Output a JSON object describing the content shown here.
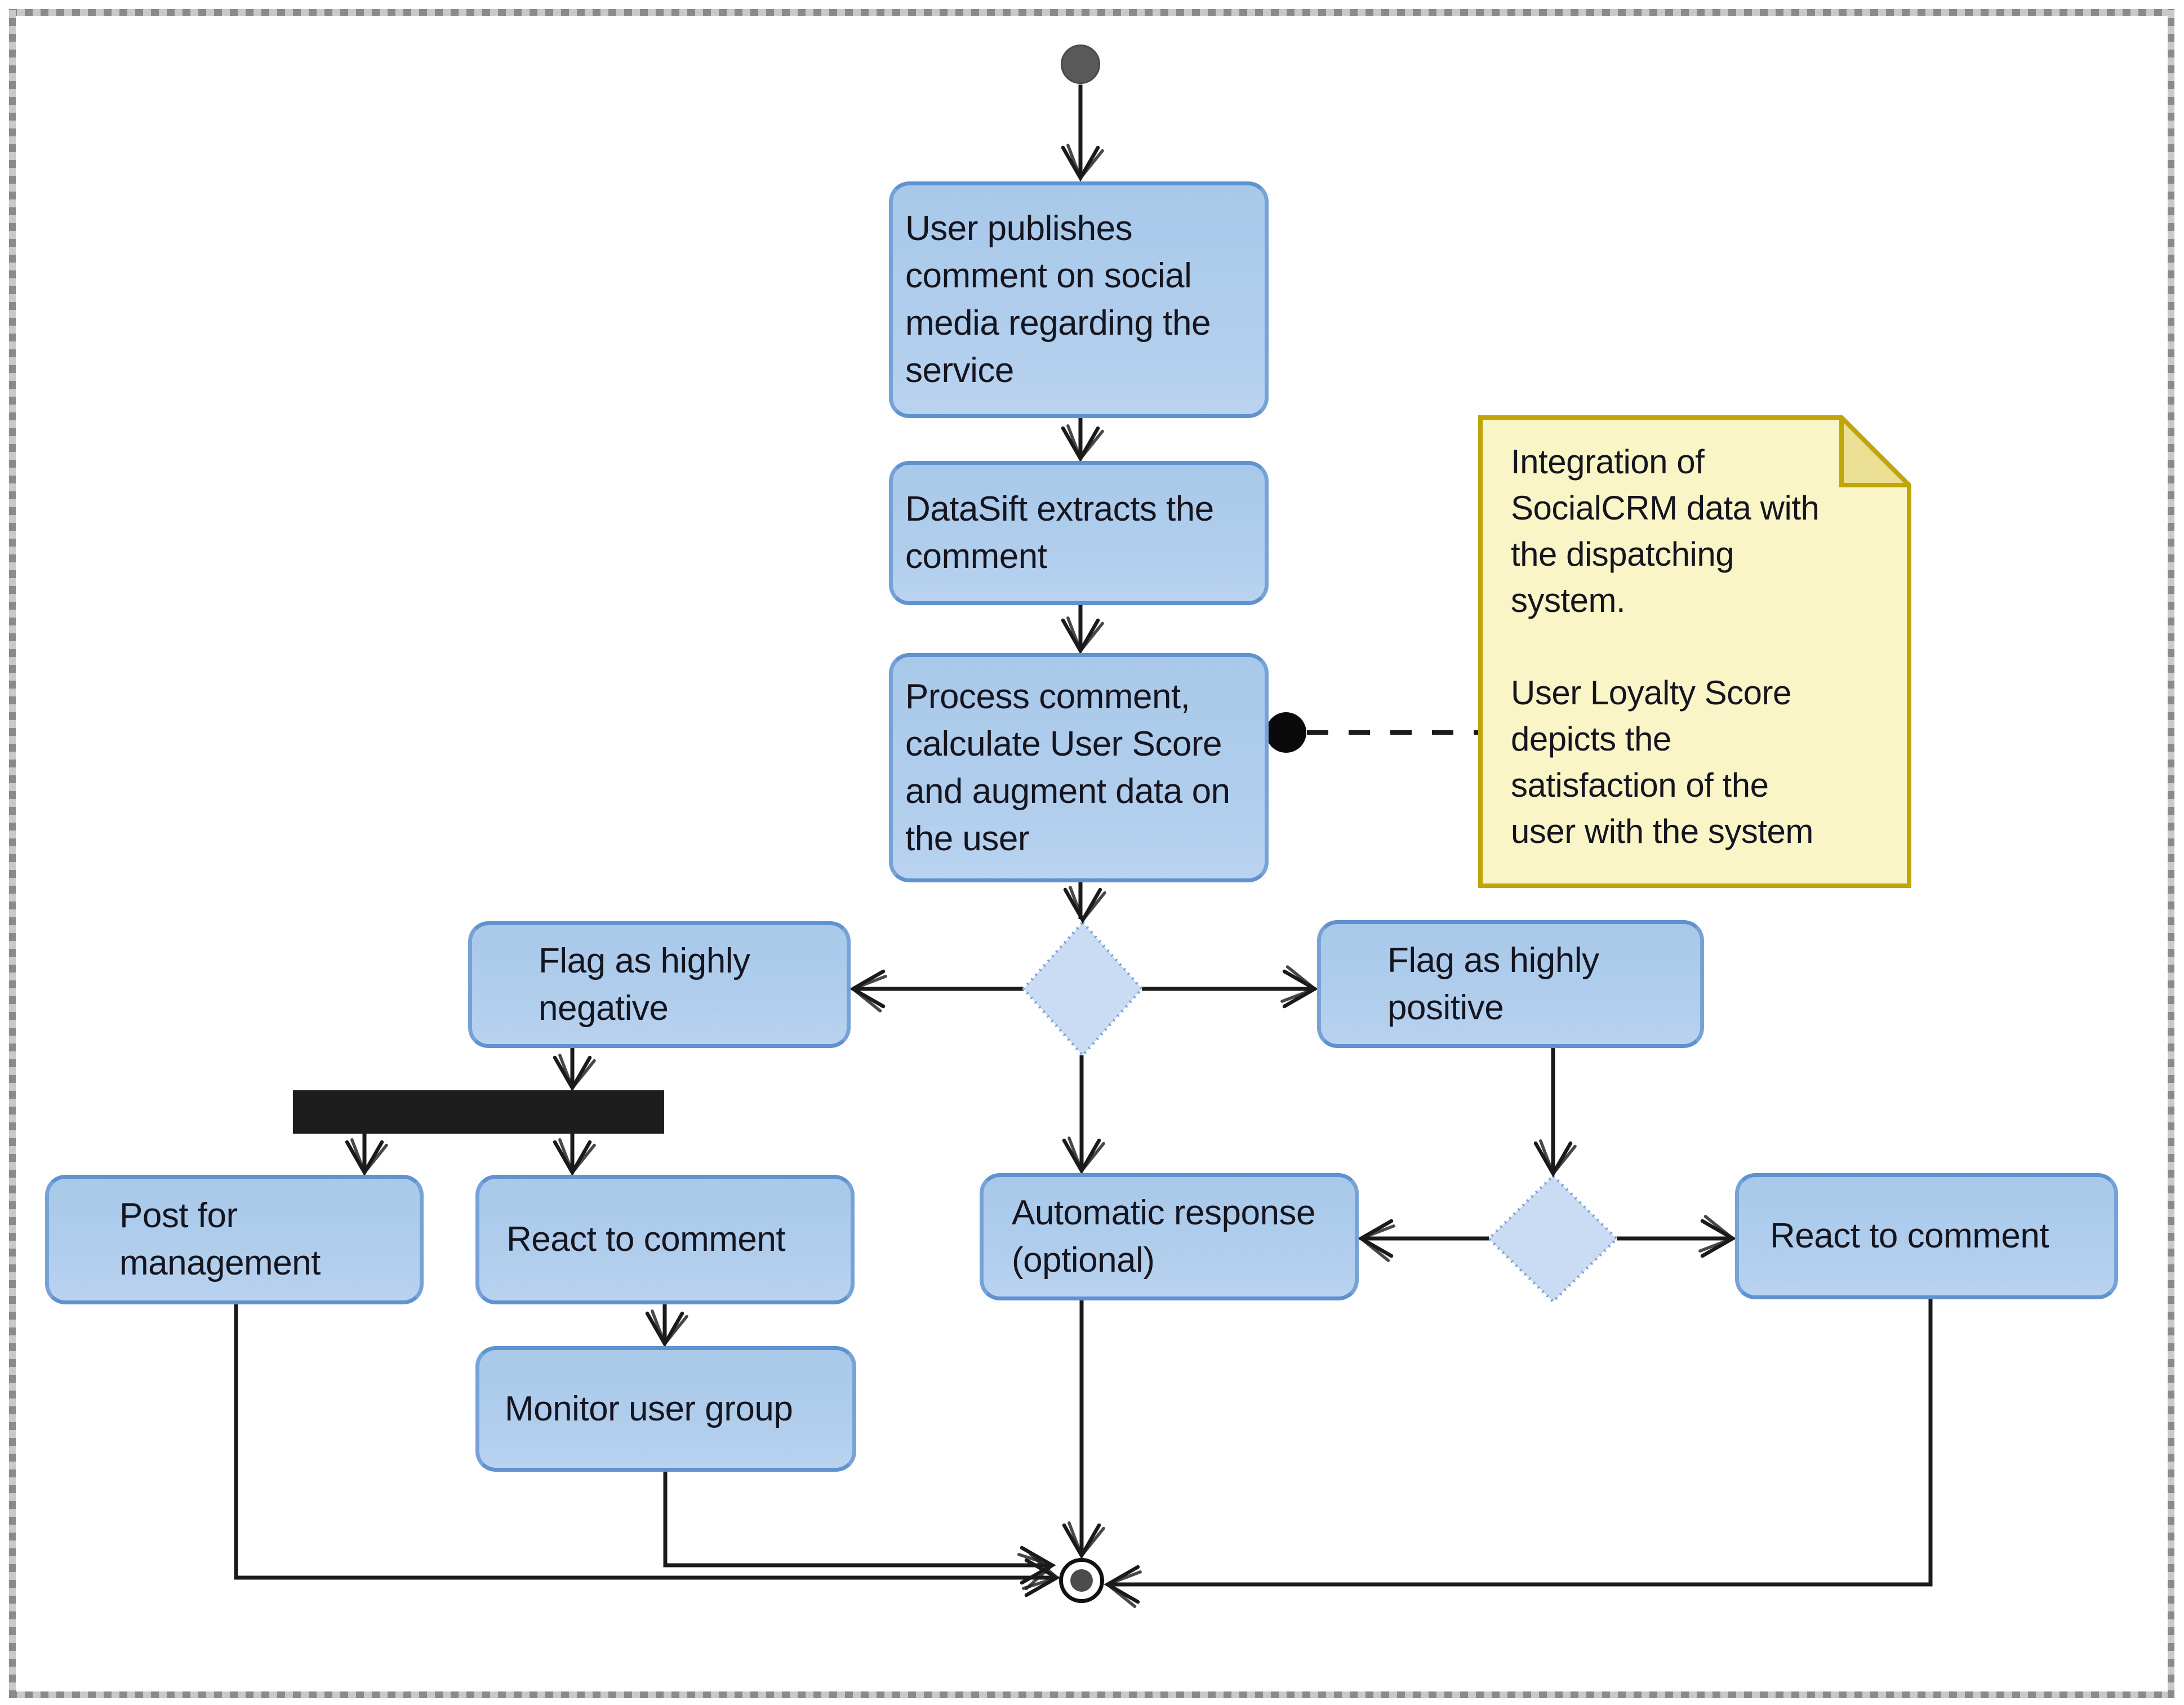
{
  "diagram": {
    "kind": "UML activity diagram",
    "nodes": {
      "user_publishes": {
        "label": "User publishes\ncomment on social\nmedia regarding the\nservice"
      },
      "datasift_extracts": {
        "label": "DataSift extracts the\ncomment"
      },
      "process_comment": {
        "label": "Process comment,\ncalculate User Score\nand augment data on\nthe user"
      },
      "flag_negative": {
        "label": "Flag as highly\nnegative"
      },
      "flag_positive": {
        "label": "Flag as highly\npositive"
      },
      "post_for_management": {
        "label": "Post for\nmanagement"
      },
      "react_to_comment_left": {
        "label": "React to comment"
      },
      "monitor_user_group": {
        "label": "Monitor user group"
      },
      "automatic_response": {
        "label": "Automatic response\n(optional)"
      },
      "react_to_comment_right": {
        "label": "React to comment"
      }
    },
    "note": {
      "text": "Integration of\nSocialCRM data with\nthe dispatching\nsystem.\n\nUser Loyalty Score\ndepicts the\nsatisfaction of the\nuser with the system"
    },
    "colors": {
      "action_fill": "#aecbeb",
      "action_border": "#6596ce",
      "decision_fill": "#cadcf4",
      "decision_border": "#7ba0d4",
      "note_fill": "#faf5c6",
      "note_border": "#bfa40a",
      "fork_bar": "#1d1d1d",
      "initial_node": "#595959",
      "final_node_ring": "#1a1a1a",
      "final_node_dot": "#4c4c4c",
      "connector": "#1a1a1a",
      "frame_dash": "#8a8a8a"
    }
  }
}
